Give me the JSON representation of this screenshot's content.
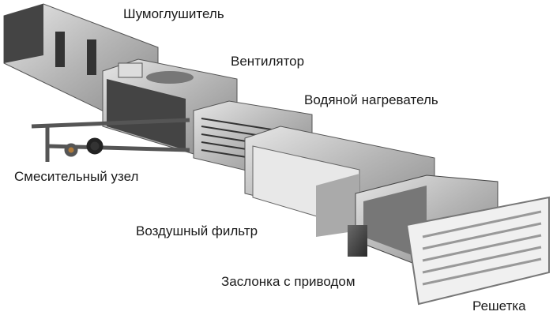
{
  "labels": {
    "silencer": "Шумоглушитель",
    "fan": "Вентилятор",
    "water_heater": "Водяной нагреватель",
    "mixing_unit": "Смесительный узел",
    "air_filter": "Воздушный фильтр",
    "damper": "Заслонка с приводом",
    "grille": "Решетка"
  }
}
